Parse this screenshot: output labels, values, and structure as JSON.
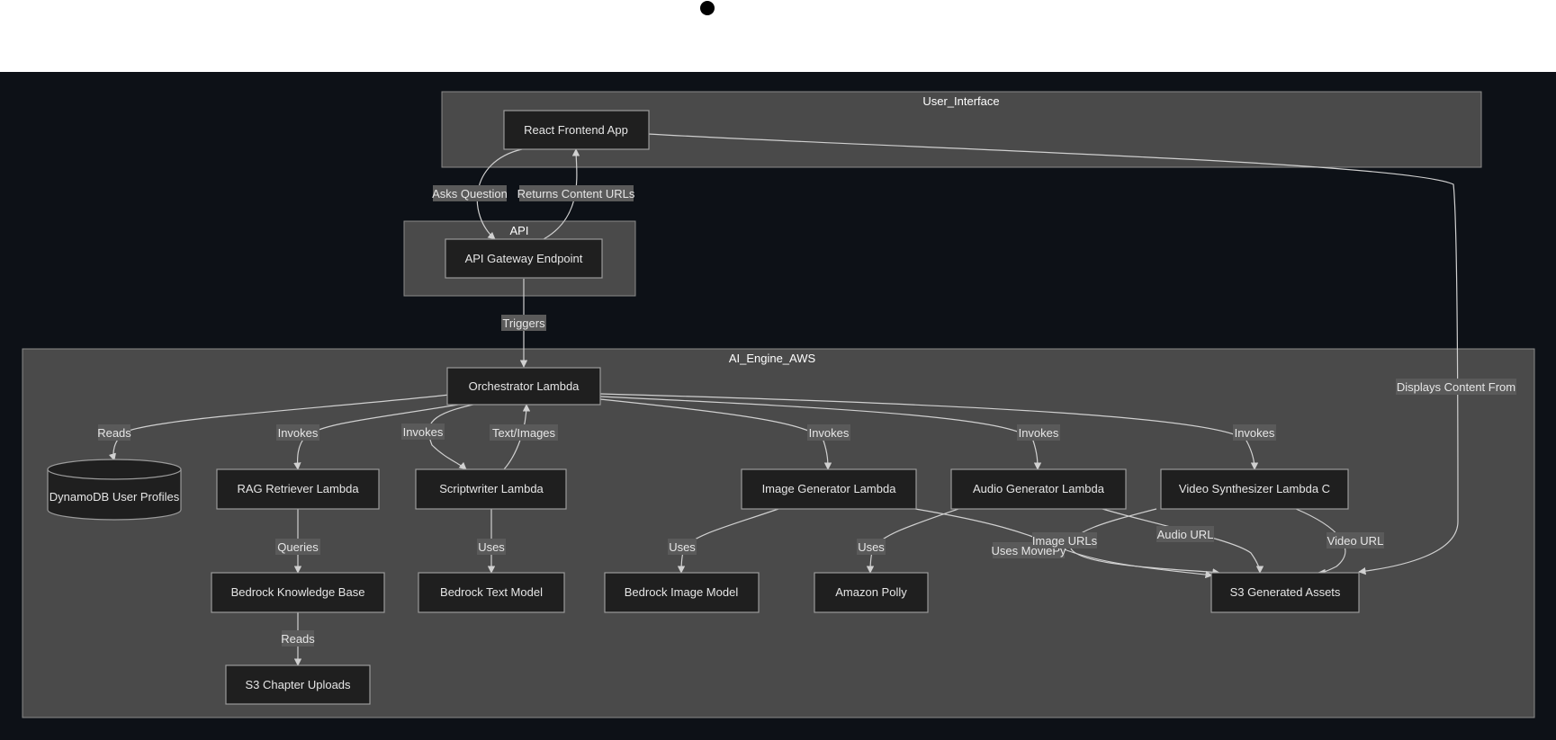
{
  "clusters": {
    "user_interface": "User_Interface",
    "api": "API",
    "ai_engine": "AI_Engine_AWS"
  },
  "nodes": {
    "react_frontend": "React Frontend App",
    "api_gateway": "API Gateway Endpoint",
    "orchestrator": "Orchestrator Lambda",
    "dynamodb": "DynamoDB User Profiles",
    "rag_retriever": "RAG Retriever Lambda",
    "scriptwriter": "Scriptwriter Lambda",
    "image_generator": "Image Generator Lambda",
    "audio_generator": "Audio Generator Lambda",
    "video_synthesizer": "Video Synthesizer Lambda C",
    "bedrock_kb": "Bedrock Knowledge Base",
    "bedrock_text": "Bedrock Text Model",
    "bedrock_image": "Bedrock Image Model",
    "amazon_polly": "Amazon Polly",
    "s3_assets": "S3 Generated Assets",
    "s3_chapters": "S3 Chapter Uploads"
  },
  "edge_labels": {
    "asks_question": "Asks Question",
    "returns_urls": "Returns Content URLs",
    "triggers": "Triggers",
    "displays_content": "Displays Content From",
    "reads_profiles": "Reads",
    "invokes_rag": "Invokes",
    "invokes_script": "Invokes",
    "text_images": "Text/Images",
    "invokes_image": "Invokes",
    "invokes_audio": "Invokes",
    "invokes_video": "Invokes",
    "queries": "Queries",
    "uses_text": "Uses",
    "uses_image": "Uses",
    "uses_polly": "Uses",
    "uses_moviepy": "Uses MoviePy",
    "image_urls": "Image URLs",
    "audio_url": "Audio URL",
    "video_url": "Video URL",
    "reads_chapters": "Reads"
  }
}
